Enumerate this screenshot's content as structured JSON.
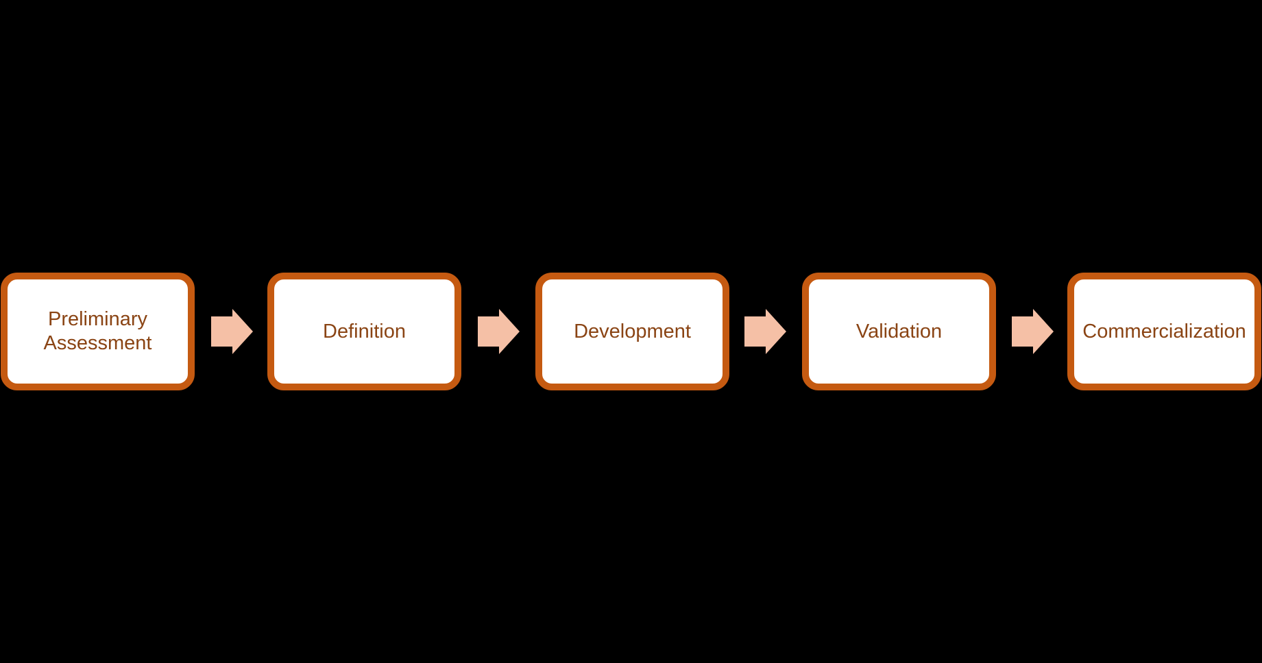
{
  "diagram": {
    "type": "process-flow",
    "direction": "left-to-right",
    "connector": "right-arrow",
    "steps": [
      {
        "label": "Preliminary Assessment"
      },
      {
        "label": "Definition"
      },
      {
        "label": "Development"
      },
      {
        "label": "Validation"
      },
      {
        "label": "Commercialization"
      }
    ]
  },
  "colors": {
    "background": "#000000",
    "box-fill": "#ffffff",
    "box-border": "#C55A11",
    "step-text": "#8A4414",
    "arrow-fill": "#F5C0A6"
  }
}
